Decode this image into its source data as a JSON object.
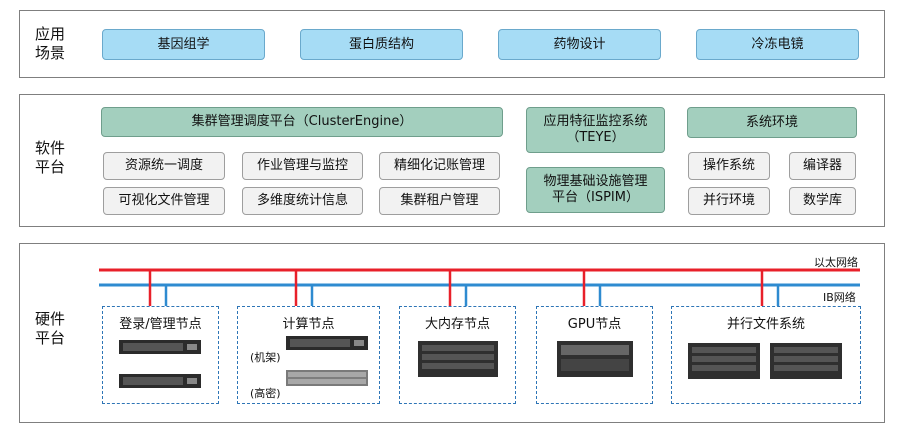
{
  "app_layer": {
    "label": "应用\n场景",
    "items": [
      "基因组学",
      "蛋白质结构",
      "药物设计",
      "冷冻电镜"
    ]
  },
  "software_layer": {
    "label": "软件\n平台",
    "cluster_engine": "集群管理调度平台（ClusterEngine）",
    "cluster_modules": [
      "资源统一调度",
      "作业管理与监控",
      "精细化记账管理",
      "可视化文件管理",
      "多维度统计信息",
      "集群租户管理"
    ],
    "teye": "应用特征监控系统\n（TEYE）",
    "ispim": "物理基础设施管理\n平台（ISPIM）",
    "sys_env": "系统环境",
    "sys_modules": [
      "操作系统",
      "编译器",
      "并行环境",
      "数学库"
    ]
  },
  "hardware_layer": {
    "label": "硬件\n平台",
    "ethernet_label": "以太网络",
    "ib_label": "IB网络",
    "nodes": [
      {
        "title": "登录/管理节点"
      },
      {
        "title": "计算节点",
        "sub_labels": [
          "(机架)",
          "(高密)"
        ]
      },
      {
        "title": "大内存节点"
      },
      {
        "title": "GPU节点"
      },
      {
        "title": "并行文件系统"
      }
    ]
  },
  "colors": {
    "ethernet": "#e8202a",
    "ib": "#2e8bd0",
    "app_box": "#a6dcf5",
    "software_box": "#a3cfbe",
    "node_border": "#2e75b6"
  }
}
